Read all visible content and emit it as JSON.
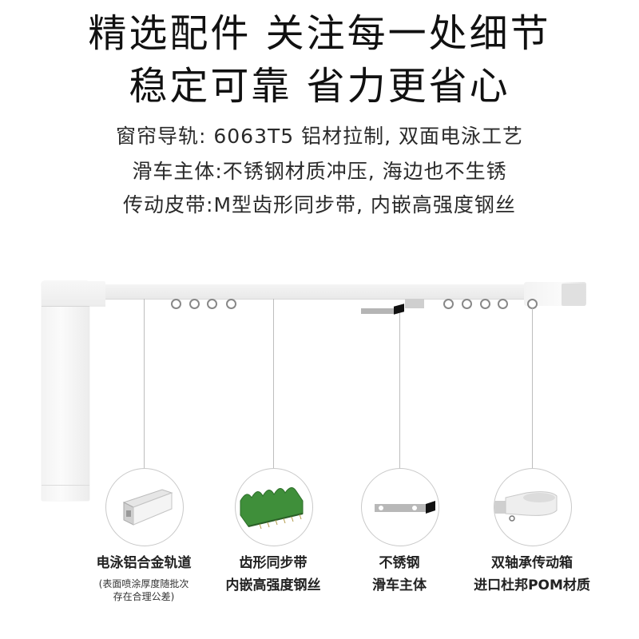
{
  "headline": {
    "line1": "精选配件 关注每一处细节",
    "line2": "稳定可靠 省力更省心"
  },
  "specs": [
    "窗帘导轨: 6063T5 铝材拉制, 双面电泳工艺",
    "滑车主体:不锈钢材质冲压, 海边也不生锈",
    "传动皮带:M型齿形同步带, 内嵌高强度钢丝"
  ],
  "components": [
    {
      "icon": "aluminum-rail-icon",
      "title": "电泳铝合金轨道",
      "subtitle": "(表面喷涂厚度随批次",
      "subtitle2": "存在合理公差)"
    },
    {
      "icon": "timing-belt-icon",
      "title": "齿形同步带",
      "subtitle": "内嵌高强度钢丝"
    },
    {
      "icon": "steel-runner-icon",
      "title": "不锈钢",
      "subtitle": "滑车主体"
    },
    {
      "icon": "gearbox-icon",
      "title": "双轴承传动箱",
      "subtitle": "进口杜邦POM材质"
    }
  ],
  "colors": {
    "belt_green": "#3f8f3a",
    "rail_white": "#f2f2f2",
    "text_dark": "#111111"
  }
}
